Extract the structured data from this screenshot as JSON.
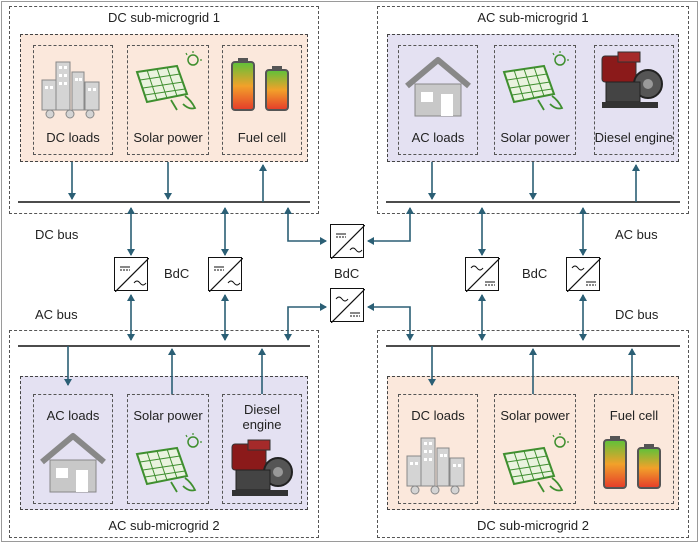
{
  "titles": {
    "dc_sub1": "DC sub-microgrid 1",
    "ac_sub1": "AC sub-microgrid 1",
    "ac_sub2": "AC sub-microgrid 2",
    "dc_sub2": "DC sub-microgrid 2"
  },
  "bus_labels": {
    "dc_bus_left": "DC bus",
    "ac_bus_right": "AC bus",
    "ac_bus_left": "AC bus",
    "dc_bus_right": "DC bus"
  },
  "converter_labels": {
    "left": "BdC",
    "center": "BdC",
    "right": "BdC"
  },
  "dc_sub1": {
    "loads": "DC loads",
    "solar": "Solar power",
    "source": "Fuel cell"
  },
  "ac_sub1": {
    "loads": "AC loads",
    "solar": "Solar power",
    "source": "Diesel engine"
  },
  "ac_sub2": {
    "loads": "AC loads",
    "solar": "Solar power",
    "source_line1": "Diesel",
    "source_line2": "engine"
  },
  "dc_sub2": {
    "loads": "DC loads",
    "solar": "Solar power",
    "source": "Fuel cell"
  },
  "colors": {
    "wire": "#2b5f75",
    "dc_fill": "#fbe8dc",
    "ac_fill": "#e4e1f2",
    "solar_green": "#3f8f2f",
    "engine_red": "#8b1a1a"
  }
}
